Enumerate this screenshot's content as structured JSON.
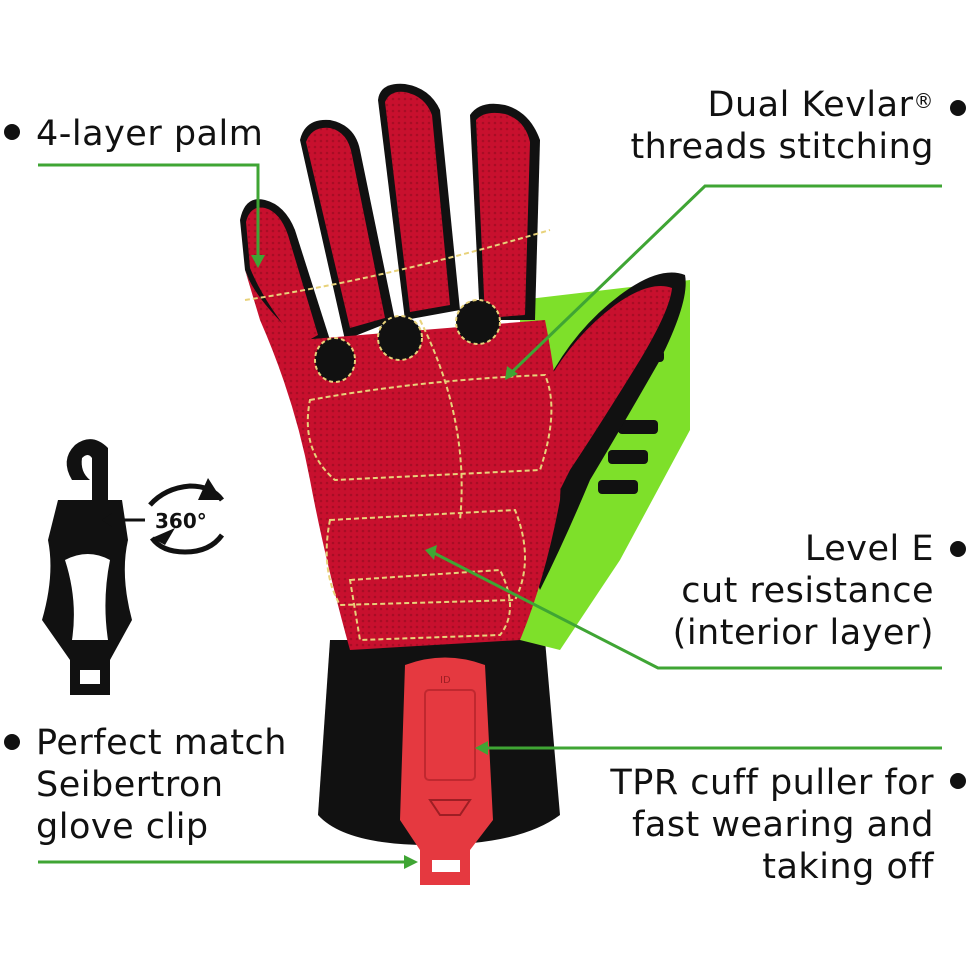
{
  "callouts": {
    "palm": "4-layer palm",
    "kevlar_line1": "Dual Kevlar",
    "kevlar_reg": "®",
    "kevlar_line2": "threads stitching",
    "cut_line1": "Level E",
    "cut_line2": "cut resistance",
    "cut_line3": "(interior layer)",
    "clip_line1": "Perfect match",
    "clip_line2": "Seibertron",
    "clip_line3": "glove clip",
    "cuff_line1": "TPR cuff puller for",
    "cuff_line2": "fast wearing and",
    "cuff_line3": "taking off"
  },
  "clip_badge": "360°",
  "tab_mark": "ID",
  "colors": {
    "leader": "#3fa534",
    "palm_red": "#c8102e",
    "stitch": "#e8d27a",
    "hi_vis": "#7ee02a",
    "black": "#111111",
    "tab_red": "#e53940"
  },
  "icons": [
    "bullet-dot",
    "clip-icon",
    "rotate-360-icon",
    "glove-image"
  ]
}
